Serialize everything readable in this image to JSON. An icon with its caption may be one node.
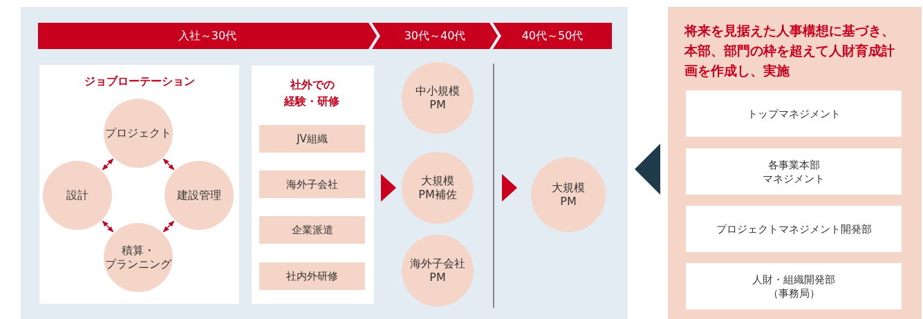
{
  "diagram": {
    "nodes": [
      {
        "text": [],
        "shape": "box"
      },
      {
        "text": [
          "入社～30代"
        ],
        "in": 0
      },
      {
        "text": [
          "30代～40代"
        ],
        "in": 0
      },
      {
        "text": [
          "40代～50代"
        ],
        "in": 0
      },
      {
        "text": [
          "ジョブローテーション"
        ],
        "in": 0
      },
      {
        "text": [
          "プロジェクト"
        ],
        "in": 4
      },
      {
        "text": [
          "設計"
        ],
        "in": 4
      },
      {
        "text": [
          "建設管理"
        ],
        "in": 4
      },
      {
        "text": [
          "積算・プランニング"
        ],
        "in": 4
      },
      {
        "text": [
          "社外での経験・研修"
        ],
        "in": 0
      },
      {
        "text": [
          "JV組織"
        ],
        "in": 9
      },
      {
        "text": [
          "海外子会社"
        ],
        "in": 9
      },
      {
        "text": [
          "企業派遣"
        ],
        "in": 9
      },
      {
        "text": [
          "社内外研修"
        ],
        "in": 9
      },
      {
        "text": [
          "中小規模PM"
        ],
        "in": 0
      },
      {
        "text": [
          "大規模PM補佐"
        ],
        "in": 0
      },
      {
        "text": [
          "海外子会社PM"
        ],
        "in": 0
      },
      {
        "text": [
          "大規模PM"
        ],
        "in": 0
      },
      {
        "text": [
          "将来を見据えた人事構想に基づき、本部、部門の枠を超えて人財育成計画を作成し、実施"
        ]
      },
      {
        "text": [
          "トップマネジメント"
        ],
        "in": 18
      },
      {
        "text": [
          "各事業本部マネジメント"
        ],
        "in": 18
      },
      {
        "text": [
          "プロジェクトマネジメント開発部"
        ],
        "in": 18
      },
      {
        "text": [
          "人財・組織開発部（事務局）"
        ],
        "in": 18
      }
    ],
    "edges": [
      {
        "from": 6,
        "to": 5,
        "arrow": "both"
      },
      {
        "from": 5,
        "to": 7,
        "arrow": "both"
      },
      {
        "from": 7,
        "to": 8,
        "arrow": "both"
      },
      {
        "from": 8,
        "to": 6,
        "arrow": "both"
      },
      {
        "from": 9,
        "to": 15,
        "arrow": "to"
      },
      {
        "from": 15,
        "to": 17,
        "arrow": "to"
      },
      {
        "from": 18,
        "to": 0,
        "arrow": "to",
        "color": "#1f3a4a"
      }
    ]
  }
}
